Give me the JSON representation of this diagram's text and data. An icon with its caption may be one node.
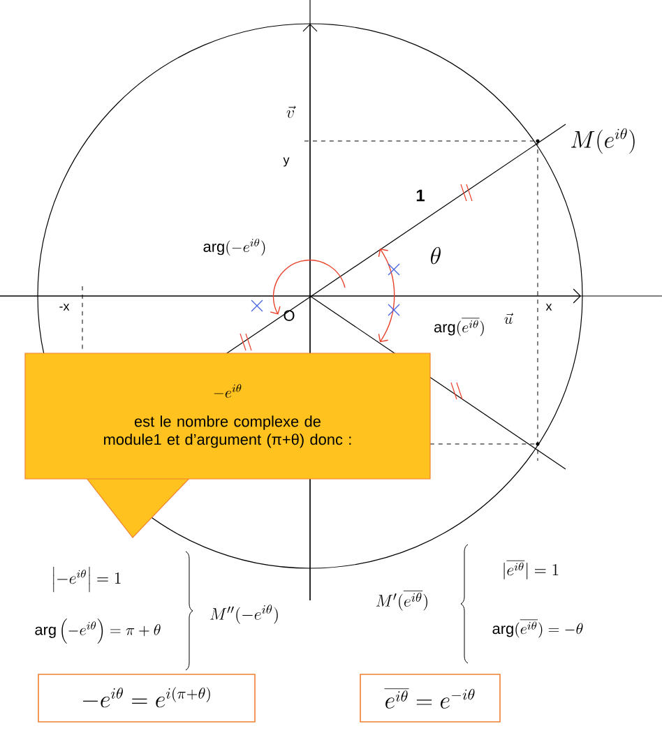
{
  "diagram": {
    "nodes": [
      {
        "text": [
          "-e^{i\\theta}",
          "est le nombre complexe de module1 et d’argument (π+θ) donc :"
        ]
      },
      {
        "text": [
          "-e^{i\\theta}=e^{i(\\pi+\\theta)}"
        ]
      },
      {
        "text": [
          "\\overline{e^{i\\theta}}=e^{-i\\theta}"
        ]
      }
    ],
    "labels": [
      "\\vec{v}",
      "y",
      "M(e^{i\\theta})",
      "1",
      "\\arg(-e^{i\\theta})",
      "\\theta",
      "-x",
      "x",
      "\\arg(\\overline{e^{i\\theta}})",
      "\\vec{u}",
      "O",
      "|\\overline{e^{i\\theta}}|=1",
      "\\left|-e^{i\\theta}\\right|=1",
      "M''(-e^{i\\theta})",
      "M'(\\overline{e^{i\\theta}})",
      "\\arg(\\overline{e^{i\\theta}})=-\\theta",
      "\\arg\\left(-e^{i\\theta}\\right)=\\pi+\\theta"
    ]
  }
}
